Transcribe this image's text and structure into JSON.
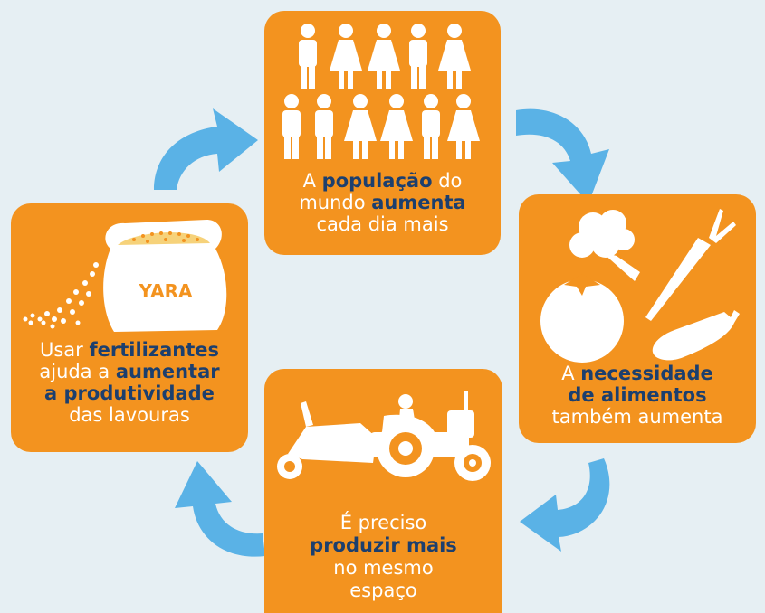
{
  "colors": {
    "background": "#e6eff3",
    "card": "#f3931f",
    "highlight_text": "#1c3f6e",
    "text": "#ffffff",
    "arrow": "#5ab2e6"
  },
  "cards": {
    "population": {
      "icon": "people-crowd-icon",
      "lines": [
        {
          "parts": [
            {
              "t": "A ",
              "b": false
            },
            {
              "t": "população",
              "b": true
            },
            {
              "t": " do",
              "b": false
            }
          ]
        },
        {
          "parts": [
            {
              "t": "mundo ",
              "b": false
            },
            {
              "t": "aumenta",
              "b": true
            }
          ]
        },
        {
          "parts": [
            {
              "t": "cada dia mais",
              "b": false
            }
          ]
        }
      ]
    },
    "food": {
      "icon": "vegetables-icon",
      "lines": [
        {
          "parts": [
            {
              "t": "A ",
              "b": false
            },
            {
              "t": "necessidade",
              "b": true
            }
          ]
        },
        {
          "parts": [
            {
              "t": "de alimentos",
              "b": true
            }
          ]
        },
        {
          "parts": [
            {
              "t": "também aumenta",
              "b": false
            }
          ]
        }
      ]
    },
    "production": {
      "icon": "tractor-icon",
      "lines": [
        {
          "parts": [
            {
              "t": "É preciso",
              "b": false
            }
          ]
        },
        {
          "parts": [
            {
              "t": "produzir mais",
              "b": true
            }
          ]
        },
        {
          "parts": [
            {
              "t": "no mesmo",
              "b": false
            }
          ]
        },
        {
          "parts": [
            {
              "t": "espaço",
              "b": false
            }
          ]
        }
      ]
    },
    "fertilizer": {
      "icon": "fertilizer-sack-icon",
      "sack_label": "YARA",
      "lines": [
        {
          "parts": [
            {
              "t": "Usar ",
              "b": false
            },
            {
              "t": "fertilizantes",
              "b": true
            }
          ]
        },
        {
          "parts": [
            {
              "t": "ajuda a ",
              "b": false
            },
            {
              "t": "aumentar",
              "b": true
            }
          ]
        },
        {
          "parts": [
            {
              "t": "a produtividade",
              "b": true
            }
          ]
        },
        {
          "parts": [
            {
              "t": "das lavouras",
              "b": false
            }
          ]
        }
      ]
    }
  }
}
